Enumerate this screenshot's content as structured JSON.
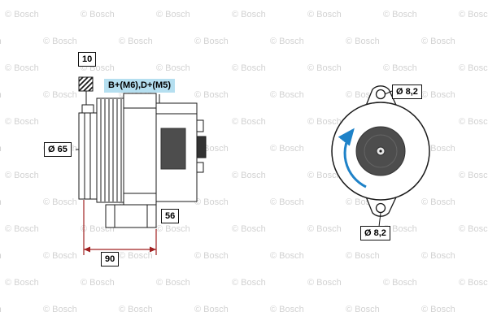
{
  "watermark": {
    "text": "© Bosch"
  },
  "diagram": {
    "side_view": {
      "belt_width_label": "10",
      "terminal_label": "B+(M6),D+(M5)",
      "pulley_diameter_label": "Ø 65",
      "connector_label": "56",
      "length_dimension_label": "90"
    },
    "front_view": {
      "top_hole_label": "Ø 8,2",
      "bottom_hole_label": "Ø 8,2"
    },
    "colors": {
      "dimension_red": "#a02020",
      "highlight_cyan": "#b5dff0",
      "rotation_blue": "#1e82c8",
      "watermark_gray": "#d2d2d2",
      "dark_fill": "#4d4d4d",
      "line_black": "#1a1a1a"
    }
  }
}
